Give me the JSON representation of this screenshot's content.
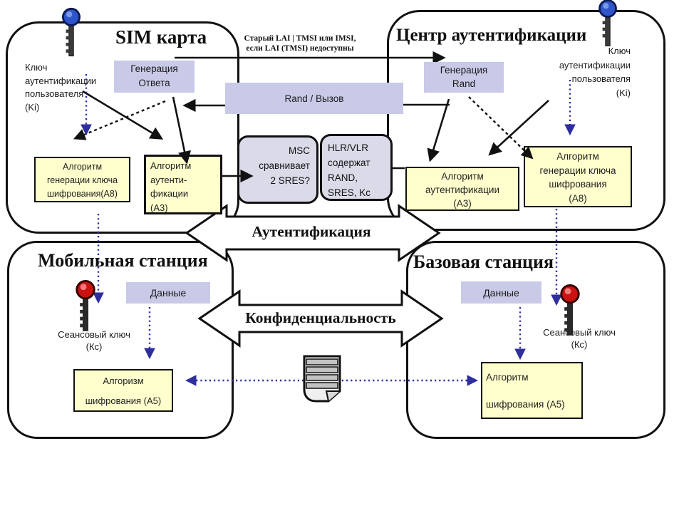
{
  "panels": {
    "sim": {
      "title": "SIM карта"
    },
    "auth_center": {
      "title": "Центр аутентификации"
    },
    "mobile": {
      "title": "Мобильная станция"
    },
    "base": {
      "title": "Базовая станция"
    }
  },
  "top_labels": {
    "lai": {
      "lines": [
        "Старый LAI | TMSI или IMSI,",
        "если LAI (TMSI) недоступны"
      ]
    },
    "ki_left": {
      "lines": [
        "Ключ",
        "аутентификации",
        "пользователя",
        "(Ki)"
      ]
    },
    "ki_right": {
      "lines": [
        "Ключ",
        "аутентификации",
        "пользователя",
        "(Ki)"
      ]
    }
  },
  "lavender_boxes": {
    "gen_response": {
      "lines": [
        "Генерация",
        "Ответа"
      ]
    },
    "rand_call": {
      "label": "Rand / Вызов"
    },
    "gen_rand": {
      "lines": [
        "Генерация",
        "Rand"
      ]
    },
    "data_left": {
      "label": "Данные"
    },
    "data_right": {
      "label": "Данные"
    }
  },
  "core_boxes": {
    "msc": {
      "lines": [
        "MSC",
        "сравнивает",
        "2 SRES?"
      ]
    },
    "hlr": {
      "lines": [
        "HLR/VLR",
        "содержат",
        "RAND,",
        "SRES, Kc"
      ]
    }
  },
  "algo_boxes": {
    "a8_left": {
      "lines": [
        "Алгоритм",
        "генерации ключа",
        "шифрования(А8)"
      ]
    },
    "a3_left": {
      "lines": [
        "Алгоритм",
        "аутенти-",
        "фикации",
        "(А3)"
      ]
    },
    "a3_right": {
      "lines": [
        "Алгоритм",
        "аутентификации",
        "(А3)"
      ]
    },
    "a8_right": {
      "lines": [
        "Алгоритм",
        "генерации ключа",
        "шифрования",
        "(А8)"
      ]
    },
    "a5_left": {
      "lines": [
        "Алгоризм",
        "шифрования (А5)"
      ]
    },
    "a5_right": {
      "lines": [
        "Алгоритм",
        "шифрования (А5)"
      ]
    }
  },
  "session_keys": {
    "left": {
      "lines": [
        "Сеансовый ключ",
        "(Кс)"
      ]
    },
    "right": {
      "lines": [
        "Сеансовый ключ",
        "(Кс)"
      ]
    }
  },
  "banner_arrows": {
    "authentication": "Аутентификация",
    "confidentiality": "Конфиденциальность"
  },
  "colors": {
    "lavender_box": "#c9c9e8",
    "core_box": "#dadae9",
    "algo_box_yellow": "#ffffcd",
    "dotted_arrow_blue": "#2e2e9e",
    "line_black": "#111111",
    "key_blue": "#2f55cc",
    "key_red": "#cc1111"
  }
}
